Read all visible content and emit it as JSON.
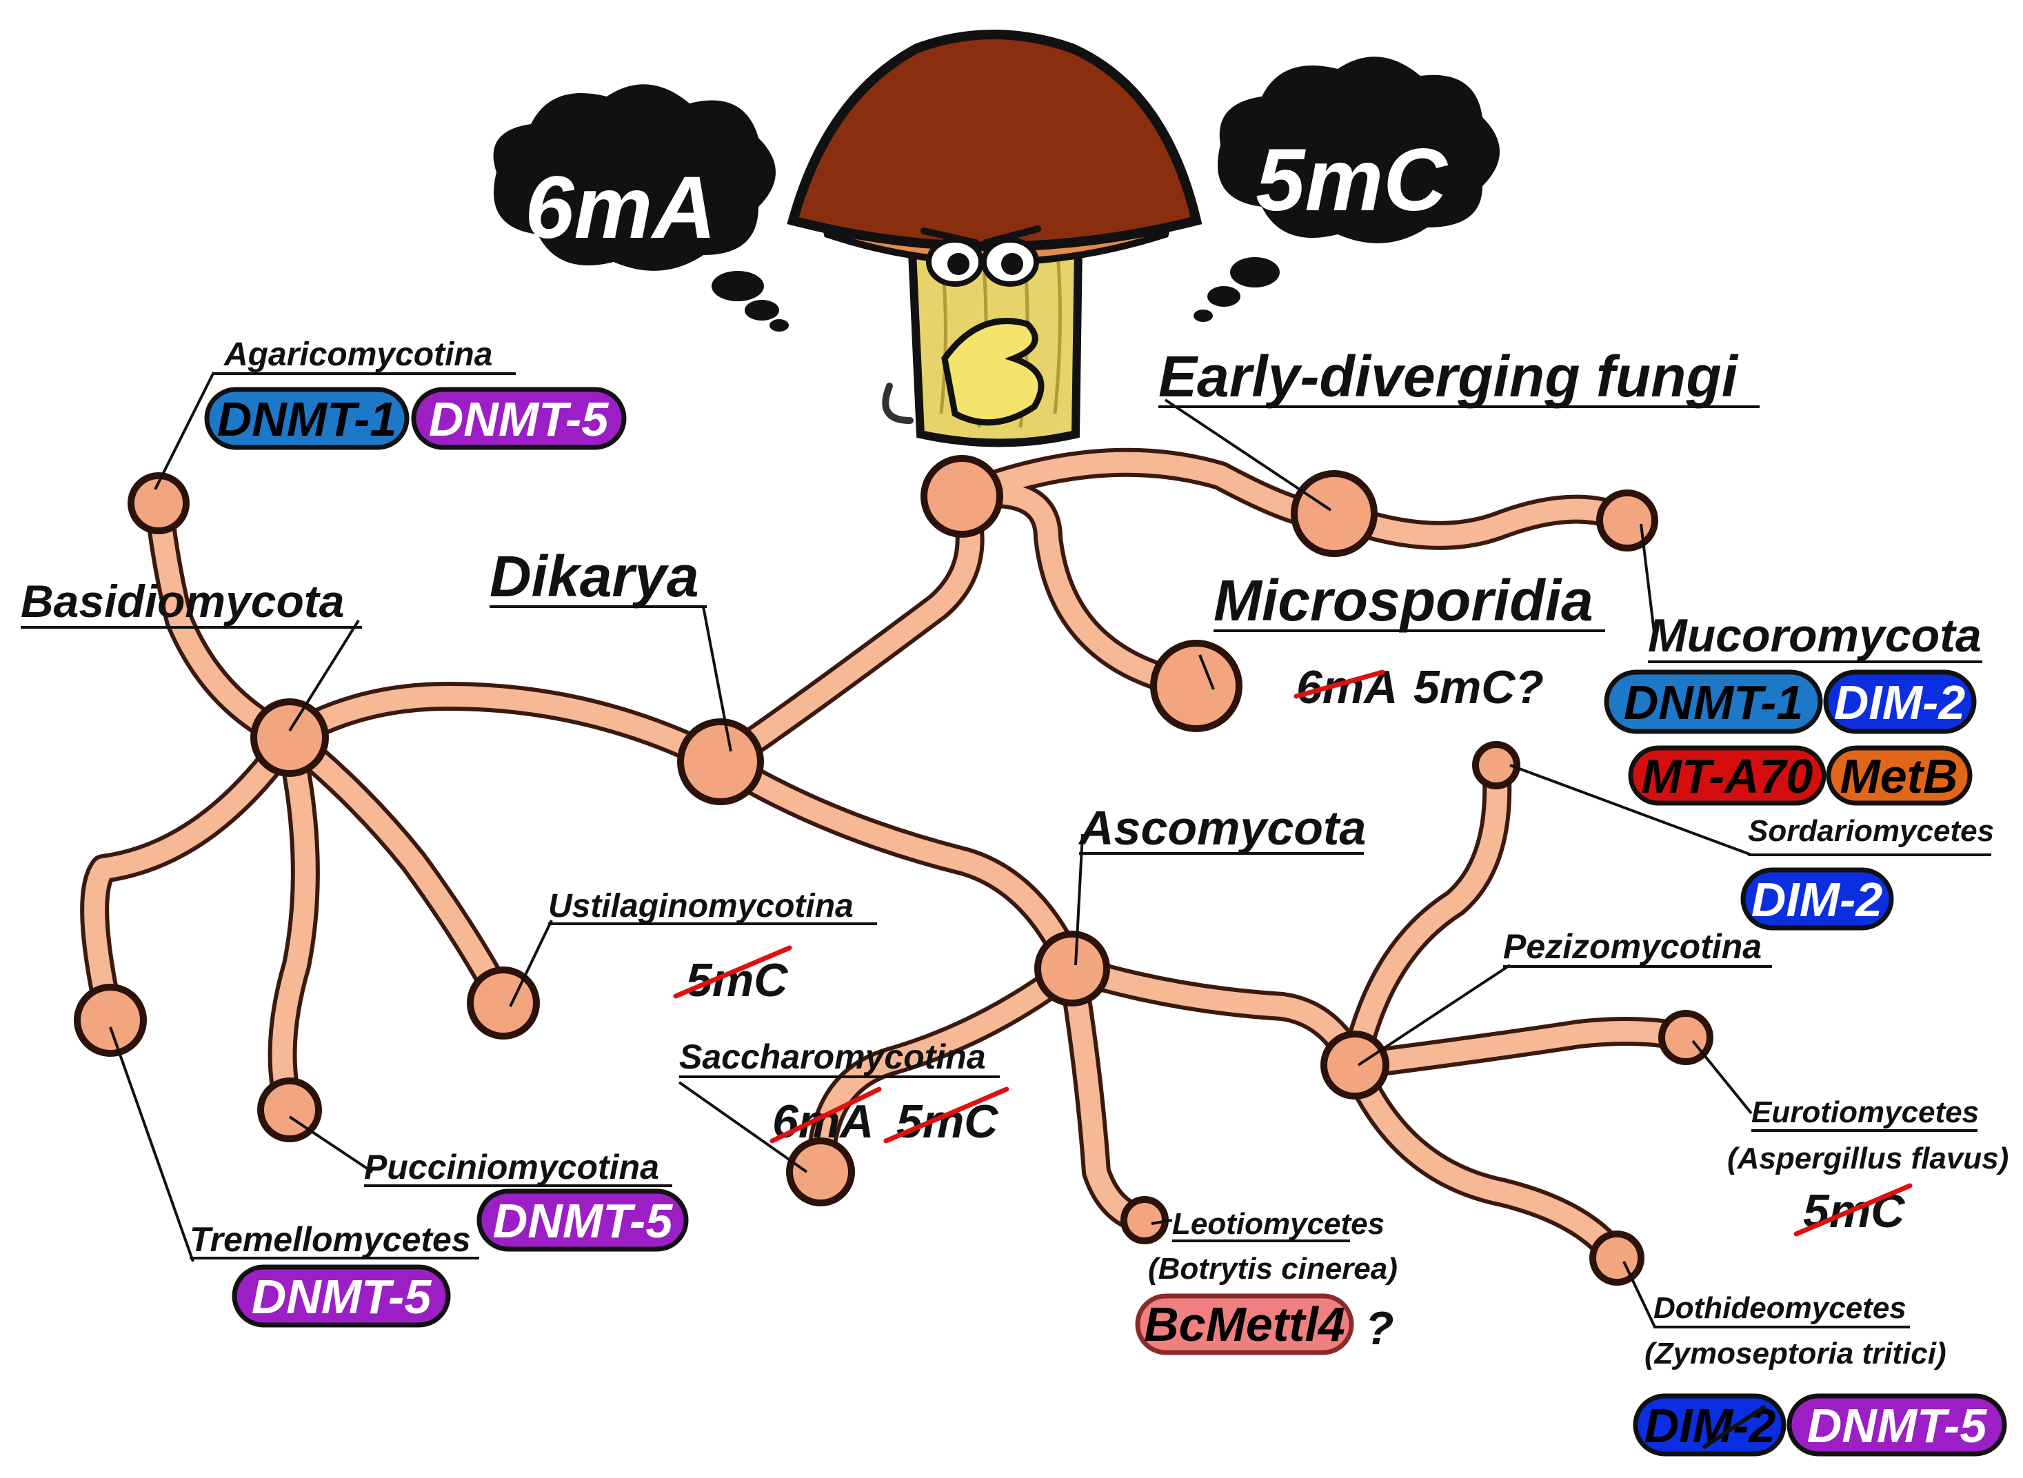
{
  "thoughts": {
    "left": "6mA",
    "right": "5mC"
  },
  "clades": {
    "early_diverging": "Early-diverging fungi",
    "dikarya": "Dikarya",
    "basidiomycota": "Basidiomycota",
    "ascomycota": "Ascomycota",
    "microsporidia": "Microsporidia",
    "mucoromycota": "Mucoromycota",
    "agaricomycotina": "Agaricomycotina",
    "ustilaginomycotina": "Ustilaginomycotina",
    "pucciniomycotina": "Pucciniomycotina",
    "tremellomycetes": "Tremellomycetes",
    "saccharomycotina": "Saccharomycotina",
    "pezizomycotina": "Pezizomycotina",
    "sordariomycetes": "Sordariomycetes",
    "eurotiomycetes": "Eurotiomycetes",
    "eurotiomycetes_species": "(Aspergillus flavus)",
    "leotiomycetes": "Leotiomycetes",
    "leotiomycetes_species": "(Botrytis cinerea)",
    "dothideomycetes": "Dothideomycetes",
    "dothideomycetes_species": "(Zymoseptoria tritici)"
  },
  "marks": {
    "microsporidia_6ma": "6mA",
    "microsporidia_5mc": "5mC?",
    "ustilaginomycotina_5mc": "5mC",
    "saccharomycotina_6ma": "6mA",
    "saccharomycotina_5mc": "5mC",
    "eurotiomycetes_5mc": "5mC",
    "leotiomycetes_question": "?"
  },
  "enzymes": {
    "agaricomycotina": [
      "DNMT-1",
      "DNMT-5"
    ],
    "mucoromycota": [
      "DNMT-1",
      "DIM-2",
      "MT-A70",
      "MetB"
    ],
    "sordariomycetes": [
      "DIM-2"
    ],
    "pucciniomycotina": [
      "DNMT-5"
    ],
    "tremellomycetes": [
      "DNMT-5"
    ],
    "leotiomycetes": [
      "BcMettl4"
    ],
    "dothideomycetes": [
      "DIM-2",
      "DNMT-5"
    ]
  },
  "colors": {
    "dnmt1": "#1e78c8",
    "dnmt5": "#9b1fc4",
    "dim2": "#0a2ee0",
    "mta70": "#d40e0e",
    "metb": "#e0661a",
    "bcmettl4": "#f08080",
    "hyphae": "#f7b896",
    "cap": "#8a2e10",
    "stem": "#e8d66a",
    "strike": "#e01010"
  }
}
